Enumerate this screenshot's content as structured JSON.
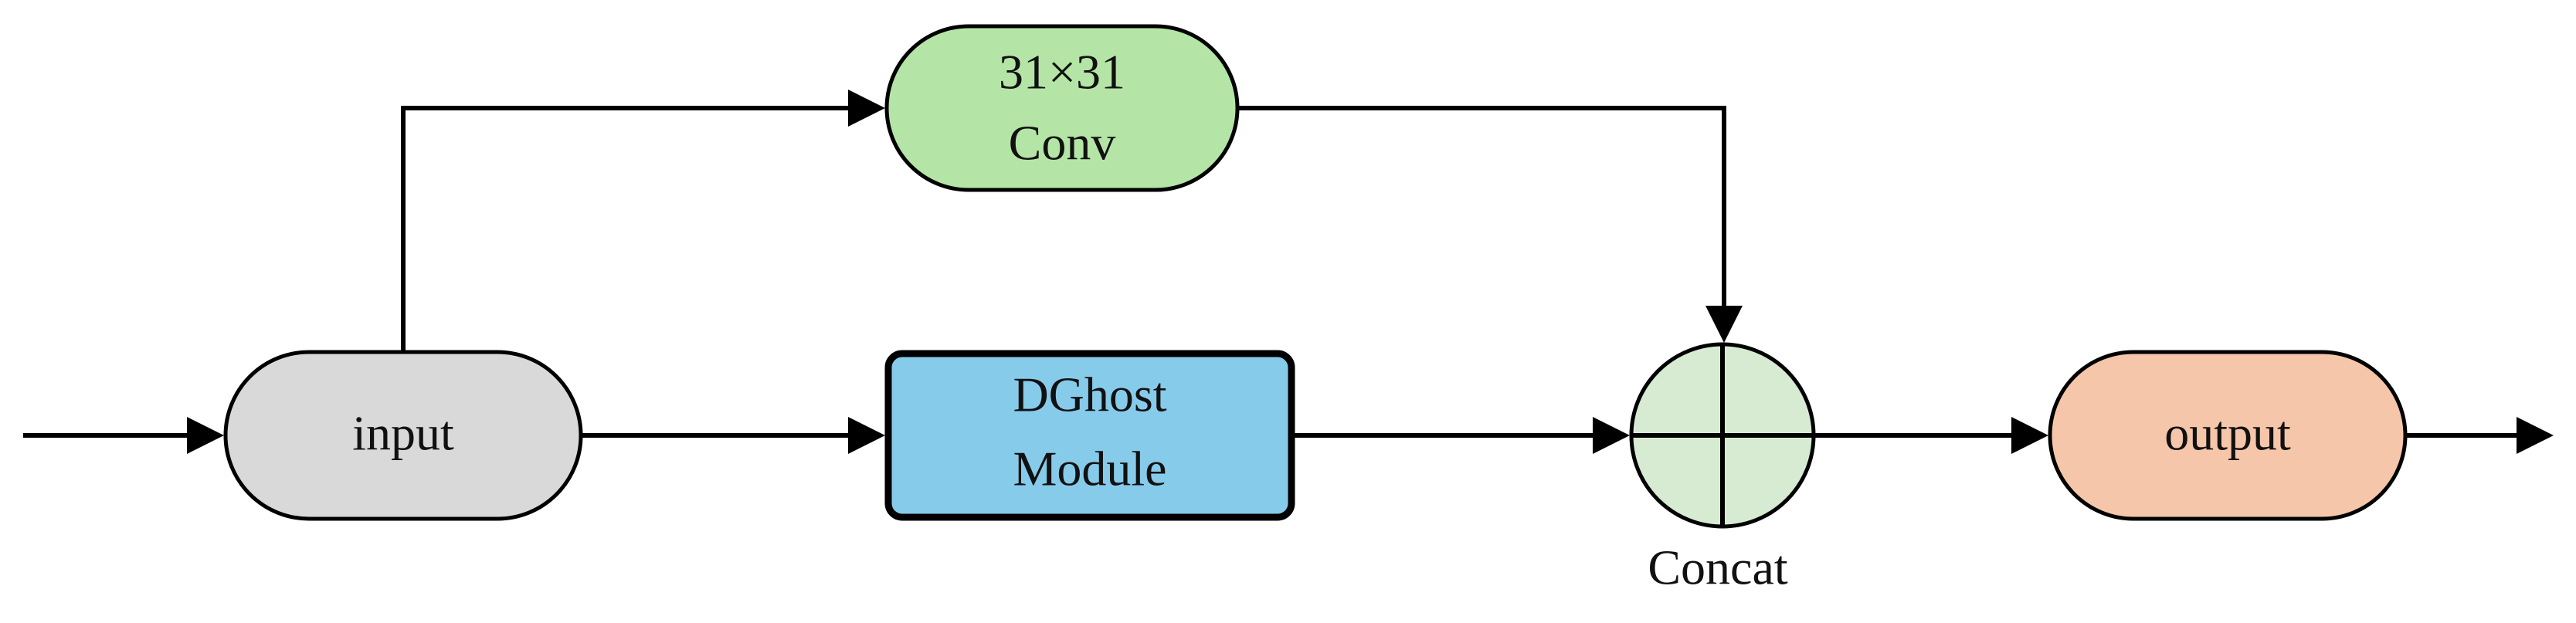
{
  "diagram": {
    "nodes": {
      "input": {
        "label": "input",
        "fill": "#d9d9d9"
      },
      "conv": {
        "line1": "31×31",
        "line2": "Conv",
        "fill": "#b5e5a6"
      },
      "dghost": {
        "line1": "DGhost",
        "line2": "Module",
        "fill": "#87cbeb"
      },
      "concat": {
        "label": "Concat",
        "fill": "#d7ebd3"
      },
      "output": {
        "label": "output",
        "fill": "#f5c6a9"
      }
    },
    "edges": [
      {
        "from": "external",
        "to": "input"
      },
      {
        "from": "input",
        "to": "conv"
      },
      {
        "from": "input",
        "to": "dghost"
      },
      {
        "from": "conv",
        "to": "concat"
      },
      {
        "from": "dghost",
        "to": "concat"
      },
      {
        "from": "concat",
        "to": "output"
      },
      {
        "from": "output",
        "to": "external"
      }
    ]
  }
}
